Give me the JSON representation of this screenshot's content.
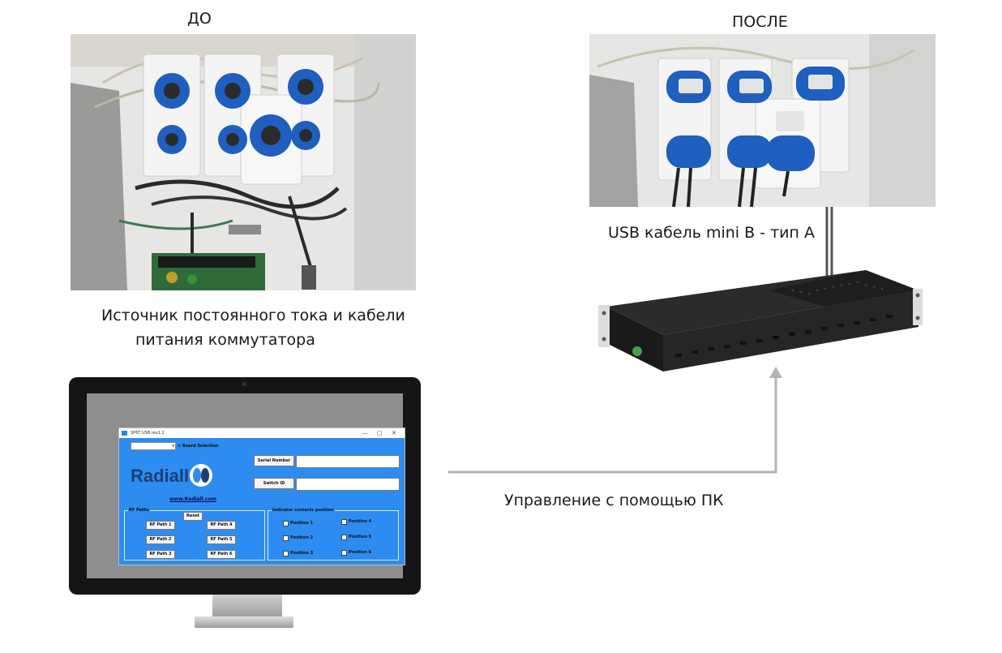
{
  "captions": {
    "before": "ДО",
    "after": "ПОСЛЕ",
    "power": [
      "Источник постоянного тока и кабели",
      "питания коммутатора"
    ],
    "usb_cable": "USB кабель mini B - тип A",
    "pc_control": "Управление с помощью ПК"
  },
  "app": {
    "title": "SP6T USB rev1.2",
    "board_selection": "< Board Selection",
    "serial_number_btn": "Serial Number",
    "switch_id_btn": "Switch ID",
    "logo_text": "Radiall",
    "website": "www.Radiall.com",
    "rf_group_title": "RF Paths",
    "reset_btn": "Reset",
    "rf_buttons": [
      "RF Path 1",
      "RF Path 4",
      "RF Path 2",
      "RF Path 5",
      "RF Path 3",
      "RF Path 6"
    ],
    "indicator_group_title": "Indicator contacts position",
    "positions": [
      "Position 1",
      "Position 4",
      "Position 2",
      "Position 5",
      "Position 3",
      "Position 6"
    ],
    "window_controls": [
      "—",
      "□",
      "✕"
    ]
  },
  "colors": {
    "window_bg": "#2d8cf0",
    "cable": "#555555",
    "connector_arrow": "#b3b3b3",
    "switch_blue": "#1f5fbf"
  }
}
